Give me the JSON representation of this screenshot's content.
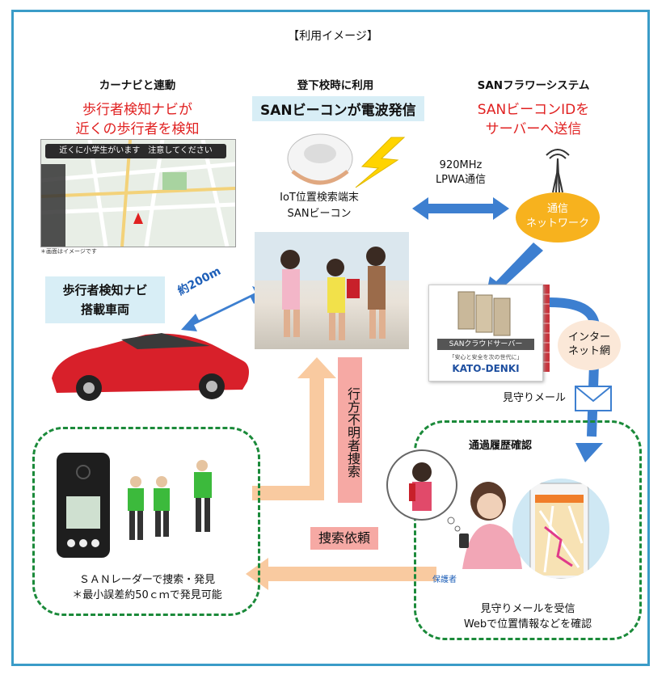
{
  "title": "【利用イメージ】",
  "left": {
    "heading": "カーナビと連動",
    "red_line1": "歩行者検知ナビが",
    "red_line2": "近くの歩行者を検知",
    "nav_banner": "近くに小学生がいます　注意してください",
    "nav_caption": "＊画面はイメージです",
    "vehicle_line1": "歩行者検知ナビ",
    "vehicle_line2": "搭載車両",
    "distance": "約200m"
  },
  "middle": {
    "heading": "登下校時に利用",
    "highlight": "SANビーコンが電波発信",
    "device_line1": "IoT位置検索端末",
    "device_line2": "SANビーコン",
    "comm_line1": "920MHz",
    "comm_line2": "LPWA通信",
    "missing": "行方不明者捜索",
    "search_request": "捜索依頼"
  },
  "right": {
    "heading": "SANフラワーシステム",
    "red_line1": "SANビーコンIDを",
    "red_line2": "サーバーへ送信",
    "network_line1": "通信",
    "network_line2": "ネットワーク",
    "server_label": "SANクラウドサーバー",
    "server_sub": "「安心と安全を次の世代に」",
    "server_brand": "KATO-DENKI",
    "internet_line1": "インター",
    "internet_line2": "ネット網",
    "mail": "見守りメール",
    "history": "通過履歴確認",
    "guardian": "保護者",
    "receive_line1": "見守りメールを受信",
    "receive_line2": "Webで位置情報などを確認"
  },
  "bottom_left": {
    "line1": "ＳＡＮレーダーで捜索・発見",
    "line2": "＊最小誤差約50ｃｍで発見可能"
  },
  "colors": {
    "frame": "#3a9cc8",
    "accent_red": "#e02020",
    "dashed_green": "#1b8a3a",
    "arrow_blue": "#3d7fd0",
    "arrow_peach": "#f9caa0",
    "pink_box": "#f6a9a4",
    "network_orange": "#f7b21e"
  }
}
